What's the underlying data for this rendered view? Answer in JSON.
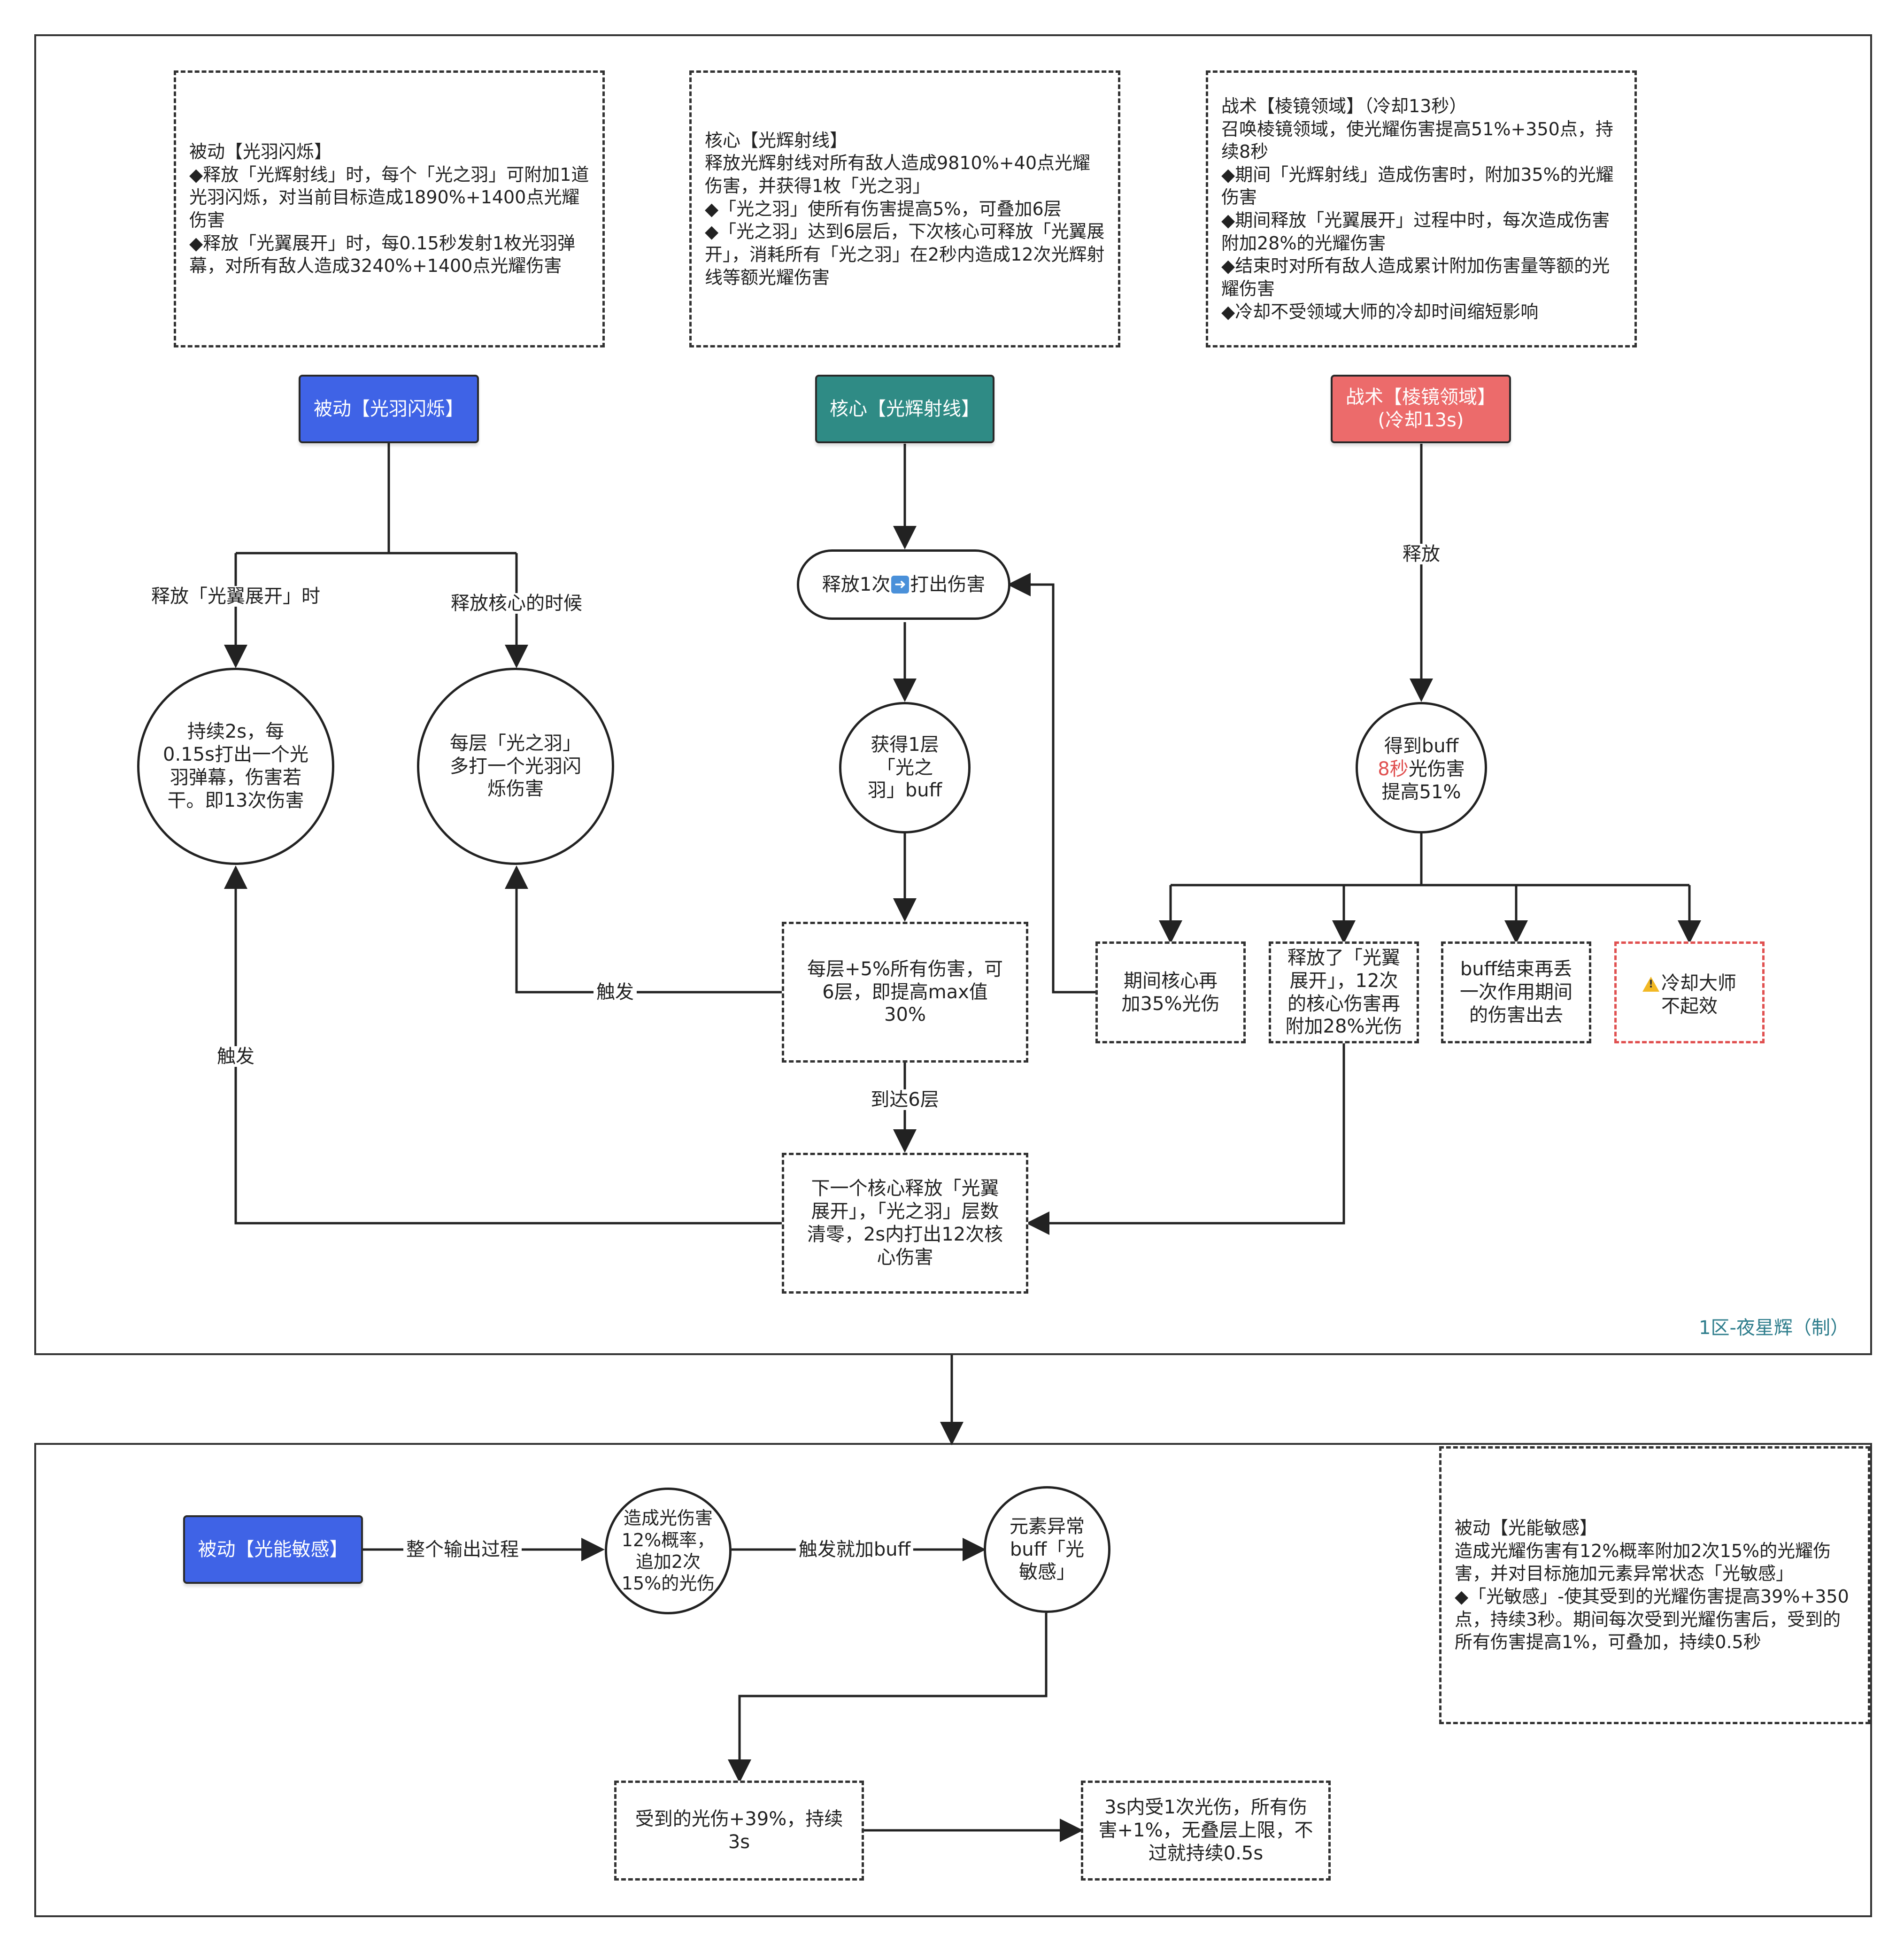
{
  "colors": {
    "passive_node": "#3f63e6",
    "core_node": "#2f8b85",
    "tactic_node": "#ec6b6b",
    "credit_text": "#2e7d8c",
    "highlight_red": "#e05050",
    "warning_border": "#e05050"
  },
  "top_section": {
    "notes": {
      "passive": {
        "title": "被动【光羽闪烁】",
        "lines": [
          "◆释放「光辉射线」时，每个「光之羽」可附加1道光羽闪烁，对当前目标造成1890%+1400点光耀伤害",
          "◆释放「光翼展开」时，每0.15秒发射1枚光羽弹幕，对所有敌人造成3240%+1400点光耀伤害"
        ]
      },
      "core": {
        "title": "核心【光辉射线】",
        "lines": [
          "释放光辉射线对所有敌人造成9810%+40点光耀伤害，并获得1枚「光之羽」",
          "◆「光之羽」使所有伤害提高5%，可叠加6层",
          "◆「光之羽」达到6层后，下次核心可释放「光翼展开」，消耗所有「光之羽」在2秒内造成12次光辉射线等额光耀伤害"
        ]
      },
      "tactic": {
        "title": "战术【棱镜领域】（冷却13秒）",
        "lines": [
          "召唤棱镜领域，使光耀伤害提高51%+350点，持续8秒",
          "◆期间「光辉射线」造成伤害时，附加35%的光耀伤害",
          "◆期间释放「光翼展开」过程中时，每次造成伤害附加28%的光耀伤害",
          "◆结束时对所有敌人造成累计附加伤害量等额的光耀伤害",
          "◆冷却不受领域大师的冷却时间缩短影响"
        ]
      }
    },
    "nodes": {
      "passive_button": "被动【光羽闪烁】",
      "core_button": "核心【光辉射线】",
      "tactic_button_line1": "战术【棱镜领域】",
      "tactic_button_line2": "(冷却13s)",
      "release_once_before": "释放1次",
      "release_once_icon": "arrow-right",
      "release_once_after": "打出伤害",
      "gain_buff": "获得1层「光之羽」buff",
      "circle_barrage": "持续2s，每0.15s打出一个光羽弹幕，伤害若干。即13次伤害",
      "circle_per_stack": "每层「光之羽」多打一个光羽闪烁伤害",
      "stack_box": "每层+5%所有伤害，可6层，即提高max值30%",
      "next_core_box": "下一个核心释放「光翼展开」，「光之羽」层数清零，2s内打出12次核心伤害",
      "get_buff_prefix": "得到buff",
      "get_buff_red": "8秒",
      "get_buff_suffix": "光伤害提高51%",
      "branch_core_extra": "期间核心再加35%光伤",
      "branch_wing": "释放了「光翼展开」，12次的核心伤害再附加28%光伤",
      "branch_buff_end": "buff结束再丢一次作用期间的伤害出去",
      "branch_cooldown": "冷却大师不起效"
    },
    "edge_labels": {
      "on_wing": "释放「光翼展开」时",
      "on_core": "释放核心的时候",
      "release": "释放",
      "trigger_1": "触发",
      "trigger_2": "触发",
      "reach_6": "到达6层"
    },
    "credit": "1区-夜星辉（制）"
  },
  "bottom_section": {
    "passive_button": "被动【光能敏感】",
    "edge_whole": "整个输出过程",
    "circle_chance": "造成光伤害12%概率，追加2次15%的光伤",
    "edge_trigger_buff": "触发就加buff",
    "circle_element": "元素异常buff「光敏感」",
    "box_received": "受到的光伤+39%，持续3s",
    "box_within": "3s内受1次光伤，所有伤害+1%，无叠层上限，不过就持续0.5s",
    "note": {
      "title": "被动【光能敏感】",
      "lines": [
        "造成光耀伤害有12%概率附加2次15%的光耀伤害，并对目标施加元素异常状态「光敏感」",
        "◆「光敏感」-使其受到的光耀伤害提高39%+350点，持续3秒。期间每次受到光耀伤害后，受到的所有伤害提高1%，可叠加，持续0.5秒"
      ]
    }
  }
}
